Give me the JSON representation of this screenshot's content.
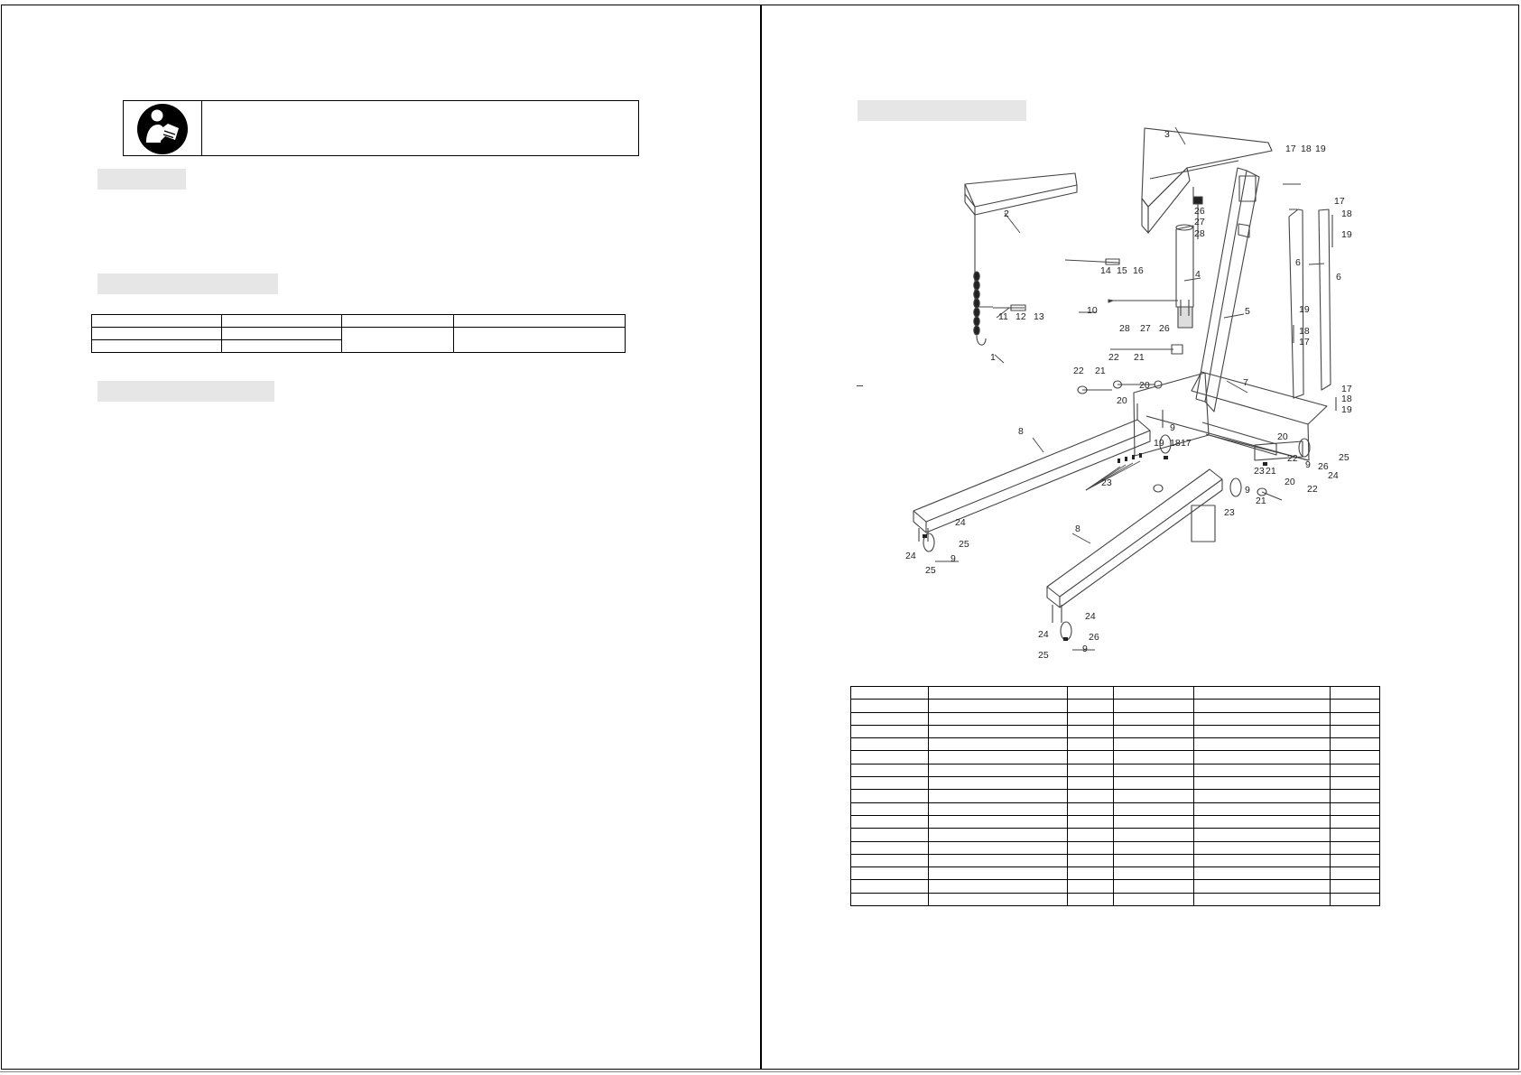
{
  "callouts": [
    "1",
    "2",
    "3",
    "4",
    "5",
    "6",
    "7",
    "8",
    "9",
    "10",
    "11",
    "12",
    "13",
    "14",
    "15",
    "16",
    "17",
    "18",
    "19",
    "20",
    "21",
    "22",
    "23",
    "24",
    "25",
    "26",
    "27",
    "28"
  ],
  "warning_icon": "read-manual-icon",
  "bar_color": "#e6e6e6"
}
